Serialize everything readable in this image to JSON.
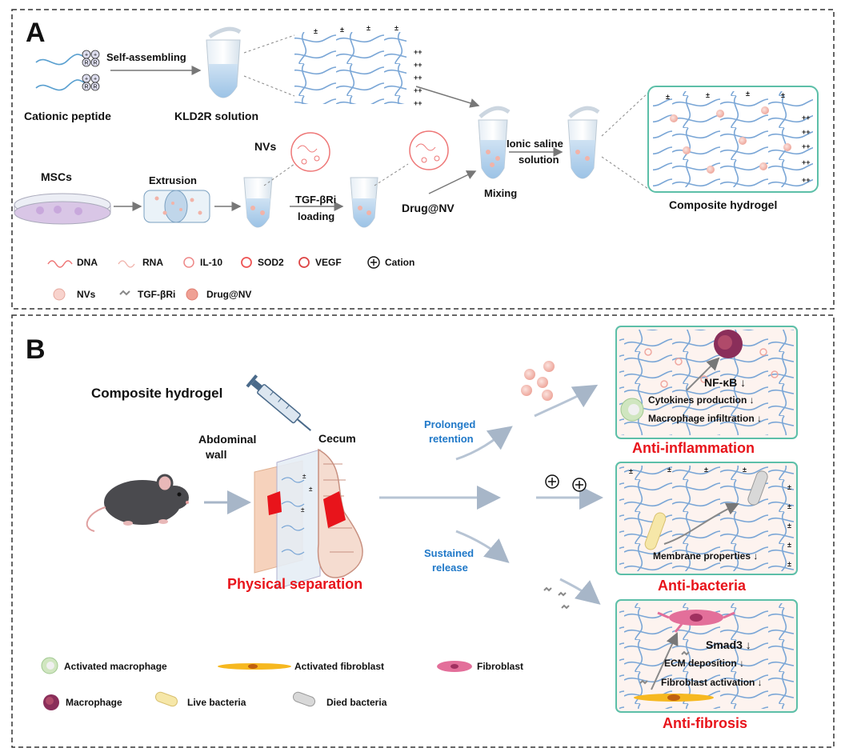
{
  "panelA": {
    "letter": "A",
    "cationic_peptide": "Cationic peptide",
    "self_assembling": "Self-assembling",
    "kld2r_solution": "KLD2R solution",
    "mscs": "MSCs",
    "extrusion": "Extrusion",
    "nvs": "NVs",
    "tgf_loading_1": "TGF-βRi",
    "tgf_loading_2": "loading",
    "drug_nv": "Drug@NV",
    "mixing": "Mixing",
    "ionic_1": "Ionic saline",
    "ionic_2": "solution",
    "composite_hydrogel": "Composite hydrogel",
    "legend": {
      "dna": "DNA",
      "rna": "RNA",
      "il10": "IL-10",
      "sod2": "SOD2",
      "vegf": "VEGF",
      "cation": "Cation",
      "nvs": "NVs",
      "tgf": "TGF-βRi",
      "drug_nv": "Drug@NV"
    }
  },
  "panelB": {
    "letter": "B",
    "composite_hydrogel": "Composite hydrogel",
    "abdominal_1": "Abdominal",
    "abdominal_2": "wall",
    "cecum": "Cecum",
    "physical_separation": "Physical separation",
    "prolonged_1": "Prolonged",
    "prolonged_2": "retention",
    "sustained_1": "Sustained",
    "sustained_2": "release",
    "box1": {
      "nfkb": "NF-κB ↓",
      "cytokines": "Cytokines production ↓",
      "infiltration": "Macrophage infiltration ↓",
      "title": "Anti-inflammation"
    },
    "box2": {
      "membrane": "Membrane properties ↓",
      "title": "Anti-bacteria"
    },
    "box3": {
      "smad3": "Smad3 ↓",
      "ecm": "ECM deposition ↓",
      "activation": "Fibroblast activation ↓",
      "title": "Anti-fibrosis"
    },
    "legend": {
      "activated_macrophage": "Activated macrophage",
      "activated_fibroblast": "Activated fibroblast",
      "fibroblast": "Fibroblast",
      "macrophage": "Macrophage",
      "live_bacteria": "Live bacteria",
      "died_bacteria": "Died bacteria"
    }
  },
  "colors": {
    "accent_red": "#e8141b",
    "accent_blue": "#1f78c8",
    "box_border": "#5cbfa8",
    "fiber": "#7aa6d6",
    "nv_fill": "#f4c0b8"
  }
}
